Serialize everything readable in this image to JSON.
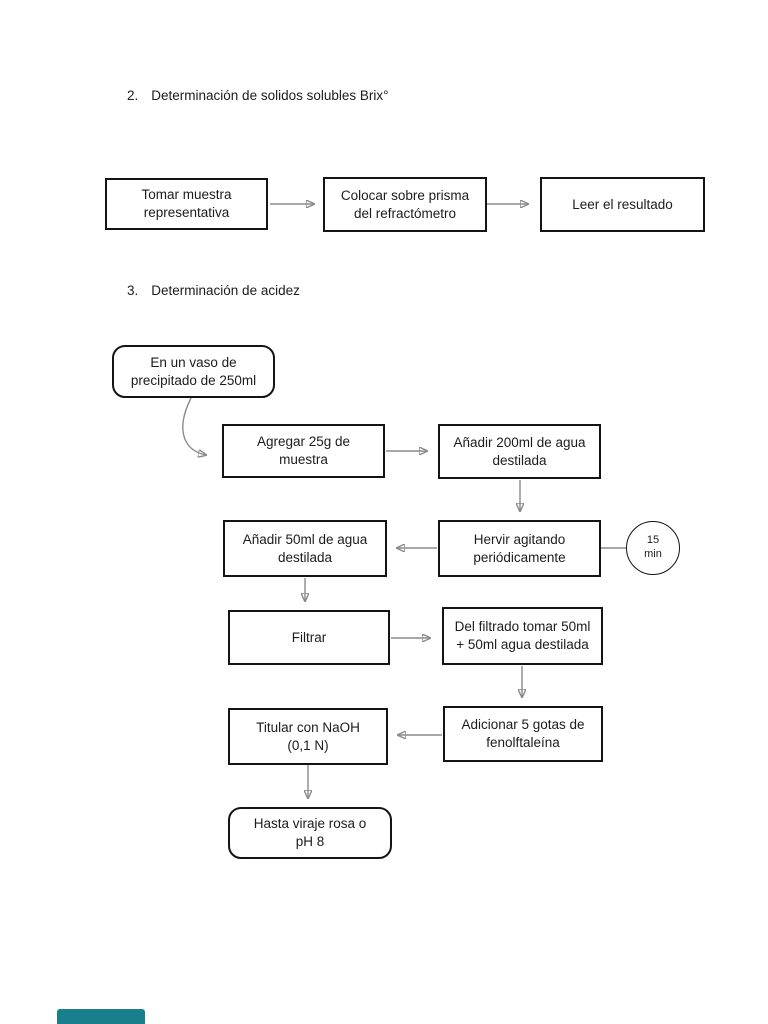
{
  "headings": {
    "brix": {
      "number": "2.",
      "title": "Determinación de solidos solubles Brix°"
    },
    "acidez": {
      "number": "3.",
      "title": "Determinación de acidez"
    }
  },
  "brix_flow": {
    "tomar": "Tomar muestra\nrepresentativa",
    "colocar": "Colocar sobre prisma\ndel refractómetro",
    "leer": "Leer el resultado"
  },
  "acidez_flow": {
    "vaso": "En un vaso de\nprecipitado de 250ml",
    "agregar": "Agregar 25g de\nmuestra",
    "anadir200": "Añadir 200ml de agua\ndestilada",
    "anadir50": "Añadir 50ml de agua\ndestilada",
    "hervir": "Hervir agitando\nperiódicamente",
    "tiempo": "15\nmin",
    "filtrar": "Filtrar",
    "del_filtrado": "Del filtrado tomar 50ml\n+ 50ml agua destilada",
    "titular": "Titular con NaOH\n(0,1 N)",
    "adicionar": "Adicionar 5 gotas de\nfenolftaleína",
    "hasta": "Hasta viraje rosa o\npH 8"
  },
  "edges": [
    {
      "from": "tomar",
      "to": "colocar",
      "style": "arrow-right"
    },
    {
      "from": "colocar",
      "to": "leer",
      "style": "arrow-right"
    },
    {
      "from": "vaso",
      "to": "agregar",
      "style": "curved-arrow"
    },
    {
      "from": "agregar",
      "to": "anadir200",
      "style": "arrow-right"
    },
    {
      "from": "anadir200",
      "to": "hervir",
      "style": "arrow-down"
    },
    {
      "from": "hervir",
      "to": "anadir50",
      "style": "arrow-left"
    },
    {
      "from": "hervir",
      "to": "tiempo",
      "style": "plain-line"
    },
    {
      "from": "anadir50",
      "to": "filtrar",
      "style": "arrow-down"
    },
    {
      "from": "filtrar",
      "to": "del_filtrado",
      "style": "arrow-right"
    },
    {
      "from": "del_filtrado",
      "to": "adicionar",
      "style": "arrow-down"
    },
    {
      "from": "adicionar",
      "to": "titular",
      "style": "arrow-left"
    },
    {
      "from": "titular",
      "to": "hasta",
      "style": "arrow-down"
    }
  ],
  "colors": {
    "box_border": "#141414",
    "connector_stem": "#8a8a8a",
    "arrowhead": "#111111",
    "footer_accent": "#17808C"
  }
}
